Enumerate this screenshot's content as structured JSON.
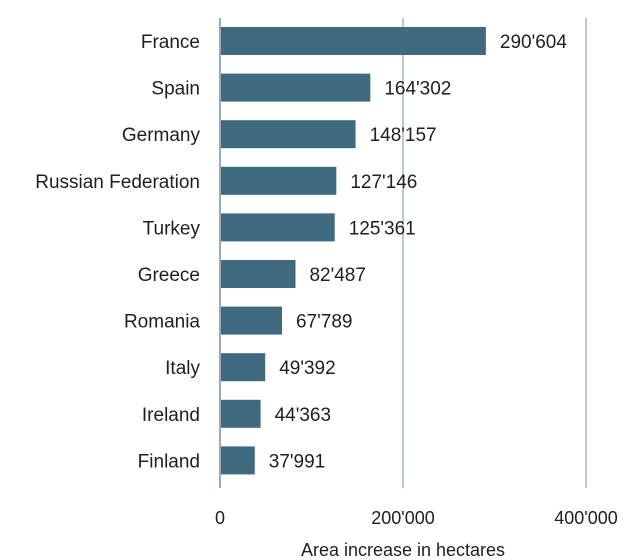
{
  "chart_data": {
    "type": "bar",
    "orientation": "horizontal",
    "categories": [
      "France",
      "Spain",
      "Germany",
      "Russian Federation",
      "Turkey",
      "Greece",
      "Romania",
      "Italy",
      "Ireland",
      "Finland"
    ],
    "values": [
      290604,
      164302,
      148157,
      127146,
      125361,
      82487,
      67789,
      49392,
      44363,
      37991
    ],
    "value_labels": [
      "290'604",
      "164'302",
      "148'157",
      "127'146",
      "125'361",
      "82'487",
      "67'789",
      "49'392",
      "44'363",
      "37'991"
    ],
    "xlabel": "Area increase in hectares",
    "ylabel": "",
    "xlim": [
      0,
      400000
    ],
    "xticks": [
      0,
      200000,
      400000
    ],
    "xtick_labels": [
      "0",
      "200'000",
      "400'000"
    ],
    "grid": "vertical lines at ticks",
    "bar_color": "#3f6a7f",
    "grid_color": "#8fa4b0"
  }
}
